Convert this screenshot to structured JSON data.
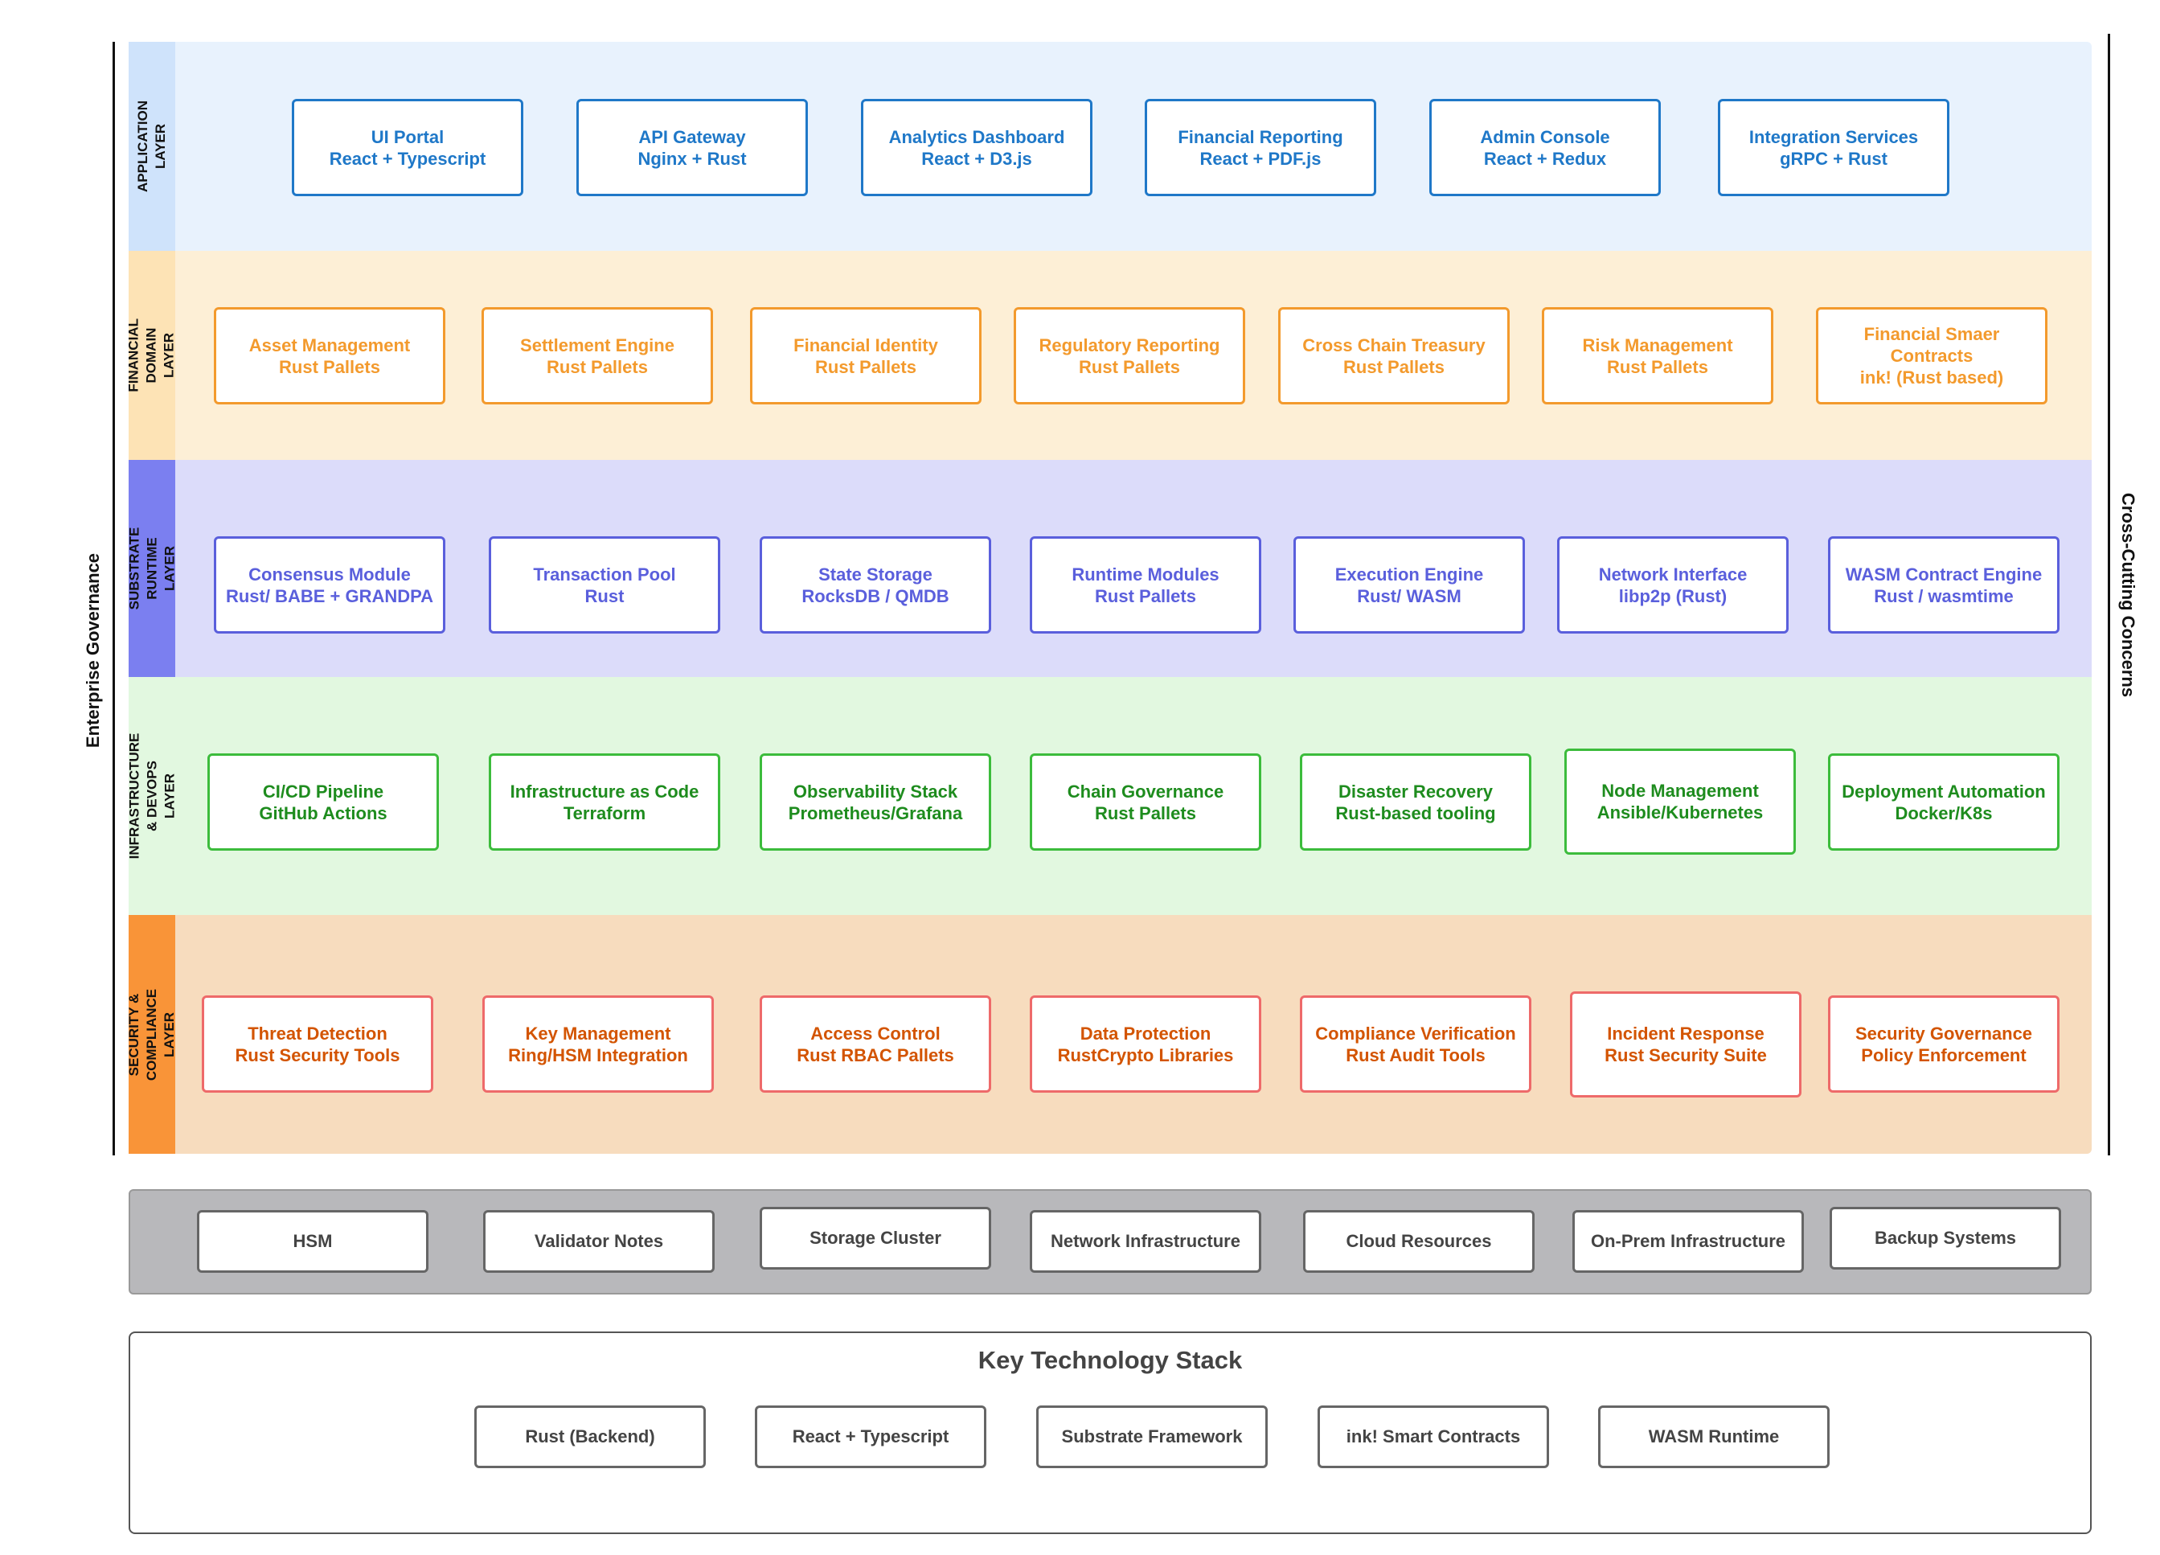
{
  "left_label": "Enterprise Governance",
  "right_label": "Cross-Cutting Concerns",
  "colors": {
    "application": {
      "bg": "#e8f2fd",
      "tab": "#cfe3fb",
      "border": "#1f78c8",
      "text": "#1f78c8"
    },
    "financial": {
      "bg": "#fdefd6",
      "tab": "#fde3b5",
      "border": "#f39a2d",
      "text": "#f39a2d"
    },
    "substrate": {
      "bg": "#dcdcfa",
      "tab": "#7b7ff0",
      "border": "#5a5fdc",
      "text": "#5a5fdc"
    },
    "infrastructure": {
      "bg": "#e2f8e0",
      "tab": "#e2f8e0",
      "border": "#3cbc3c",
      "text": "#1e8c1e"
    },
    "security": {
      "bg": "#f7dcbe",
      "tab": "#f99438",
      "border": "#ee6a6a",
      "text": "#d35400"
    },
    "gray_border": "#666666",
    "gray_text": "#444444"
  },
  "layers": [
    {
      "key": "application",
      "title": "APPLICATION LAYER",
      "boxes": [
        "UI Portal\nReact + Typescript",
        "API Gateway\nNginx + Rust",
        "Analytics Dashboard\nReact + D3.js",
        "Financial Reporting\nReact + PDF.js",
        "Admin Console\nReact + Redux",
        "Integration Services\ngRPC + Rust"
      ]
    },
    {
      "key": "financial",
      "title": "FINANCIAL DOMAIN LAYER",
      "boxes": [
        "Asset Management\nRust Pallets",
        "Settlement Engine\nRust Pallets",
        "Financial Identity\nRust Pallets",
        "Regulatory Reporting\nRust Pallets",
        "Cross Chain Treasury\nRust Pallets",
        "Risk Management\nRust Pallets",
        "Financial Smaer\nContracts\nink! (Rust based)"
      ]
    },
    {
      "key": "substrate",
      "title": "SUBSTRATE RUNTIME LAYER",
      "boxes": [
        "Consensus Module\nRust/ BABE + GRANDPA",
        "Transaction Pool\nRust",
        "State Storage\nRocksDB / QMDB",
        "Runtime Modules\nRust Pallets",
        "Execution Engine\nRust/ WASM",
        "Network Interface\nlibp2p (Rust)",
        "WASM Contract Engine\nRust / wasmtime"
      ]
    },
    {
      "key": "infrastructure",
      "title": "INFRASTRUCTURE & DEVOPS\nLAYER",
      "boxes": [
        "CI/CD Pipeline\nGitHub Actions",
        "Infrastructure as Code\nTerraform",
        "Observability Stack\nPrometheus/Grafana",
        "Chain Governance\nRust Pallets",
        "Disaster Recovery\nRust-based tooling",
        "Node Management\nAnsible/Kubernetes",
        "Deployment Automation\nDocker/K8s"
      ]
    },
    {
      "key": "security",
      "title": "SECURITY & COMPLIANCE\nLAYER",
      "boxes": [
        "Threat Detection\nRust Security Tools",
        "Key Management\nRing/HSM Integration",
        "Access Control\nRust RBAC Pallets",
        "Data Protection\nRustCrypto Libraries",
        "Compliance Verification\nRust Audit Tools",
        "Incident Response\nRust Security Suite",
        "Security Governance\nPolicy Enforcement"
      ]
    }
  ],
  "infrastructure_items": [
    "HSM",
    "Validator Notes",
    "Storage Cluster",
    "Network Infrastructure",
    "Cloud Resources",
    "On-Prem Infrastructure",
    "Backup Systems"
  ],
  "tech_stack": {
    "title": "Key Technology Stack",
    "items": [
      "Rust (Backend)",
      "React + Typescript",
      "Substrate Framework",
      "ink! Smart Contracts",
      "WASM Runtime"
    ]
  }
}
